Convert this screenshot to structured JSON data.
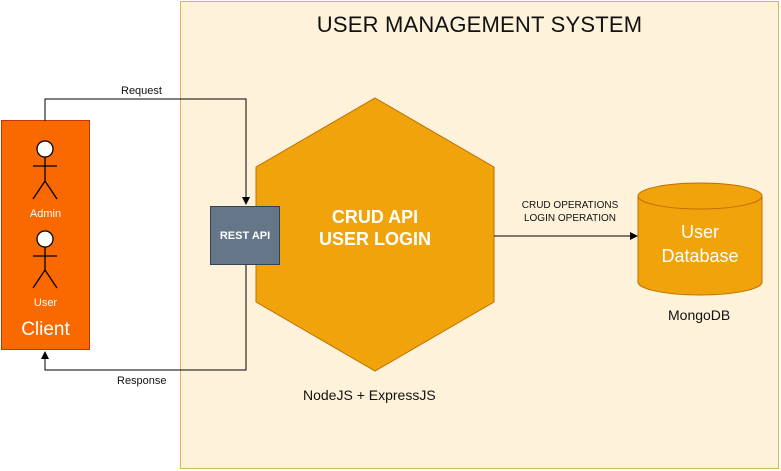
{
  "title": "USER MANAGEMENT SYSTEM",
  "client": {
    "label": "Client",
    "actors": [
      "Admin",
      "User"
    ]
  },
  "rest_api": "REST API",
  "service": {
    "lines": [
      "CRUD API",
      "USER LOGIN"
    ],
    "caption": "NodeJS + ExpressJS"
  },
  "database": {
    "lines": [
      "User",
      "Database"
    ],
    "caption": "MongoDB"
  },
  "edges": {
    "request": "Request",
    "response": "Response",
    "operations": [
      "CRUD OPERATIONS",
      "LOGIN OPERATION"
    ]
  },
  "colors": {
    "system_fill": "#fff2db",
    "system_border": "#d6b656",
    "client_fill": "#fa6800",
    "hex_fill": "#f0a30a",
    "rest_fill": "#647687"
  },
  "icons": [
    "actor-icon",
    "hexagon-shape",
    "cylinder-shape"
  ]
}
